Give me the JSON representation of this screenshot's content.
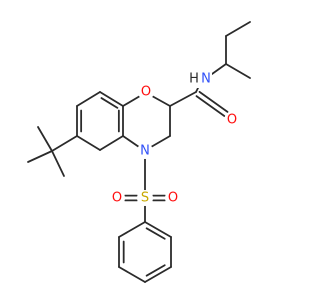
{
  "molecule": {
    "atom_labels": {
      "nitrogen_ring": "N",
      "nitrogen_amide": "N",
      "oxygen_ring": "O",
      "oxygen_carbonyl": "O",
      "sulfur": "S",
      "oxygen_sulfonyl_left": "O",
      "oxygen_sulfonyl_right": "O",
      "hydrogen_amide": "H"
    },
    "colors": {
      "bond": "#2b2b2b",
      "nitrogen": "#3050f8",
      "oxygen": "#ff0d0d",
      "sulfur": "#c8a800",
      "hydrogen": "#2b2b2b"
    }
  }
}
